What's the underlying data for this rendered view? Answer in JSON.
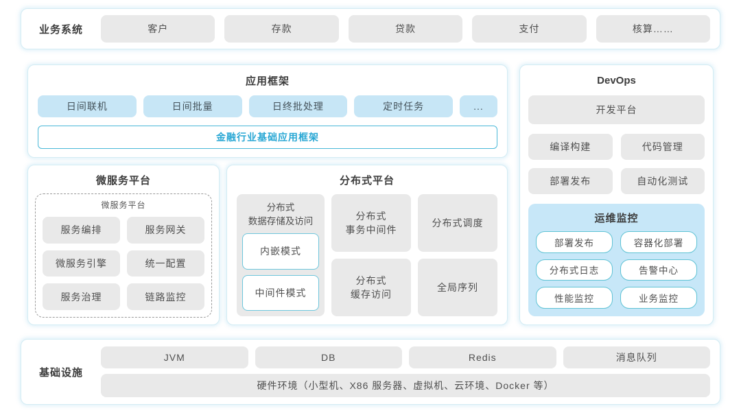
{
  "business_system": {
    "label": "业务系统",
    "items": [
      "客户",
      "存款",
      "贷款",
      "支付",
      "核算……"
    ]
  },
  "app_framework": {
    "title": "应用框架",
    "items": [
      "日间联机",
      "日间批量",
      "日终批处理",
      "定时任务",
      "..."
    ],
    "base_framework": "金融行业基础应用框架"
  },
  "microservice_platform": {
    "title": "微服务平台",
    "inner_title": "微服务平台",
    "items": [
      "服务编排",
      "服务网关",
      "微服务引擎",
      "统一配置",
      "服务治理",
      "链路监控"
    ]
  },
  "distributed_platform": {
    "title": "分布式平台",
    "storage": {
      "title": "分布式\n数据存储及访问",
      "modes": [
        "内嵌模式",
        "中间件模式"
      ]
    },
    "cells": [
      "分布式\n事务中间件",
      "分布式\n缓存访问",
      "分布式调度",
      "全局序列"
    ]
  },
  "devops": {
    "title": "DevOps",
    "platform": "开发平台",
    "items": [
      "编译构建",
      "代码管理",
      "部署发布",
      "自动化测试"
    ],
    "ops_monitoring": {
      "title": "运维监控",
      "items": [
        "部署发布",
        "容器化部署",
        "分布式日志",
        "告警中心",
        "性能监控",
        "业务监控"
      ]
    }
  },
  "infrastructure": {
    "label": "基础设施",
    "items": [
      "JVM",
      "DB",
      "Redis",
      "消息队列"
    ],
    "hardware": "硬件环境（小型机、X86 服务器、虚拟机、云环境、Docker 等）"
  },
  "colors": {
    "accent_cyan_text": "#29a7d4",
    "accent_cyan_border": "#49b8d8",
    "panel_border": "#d3ecf4",
    "light_blue_block": "#c7e6f6",
    "ops_panel_bg": "#c7e7f8",
    "gray_block": "#e9e9e9"
  }
}
